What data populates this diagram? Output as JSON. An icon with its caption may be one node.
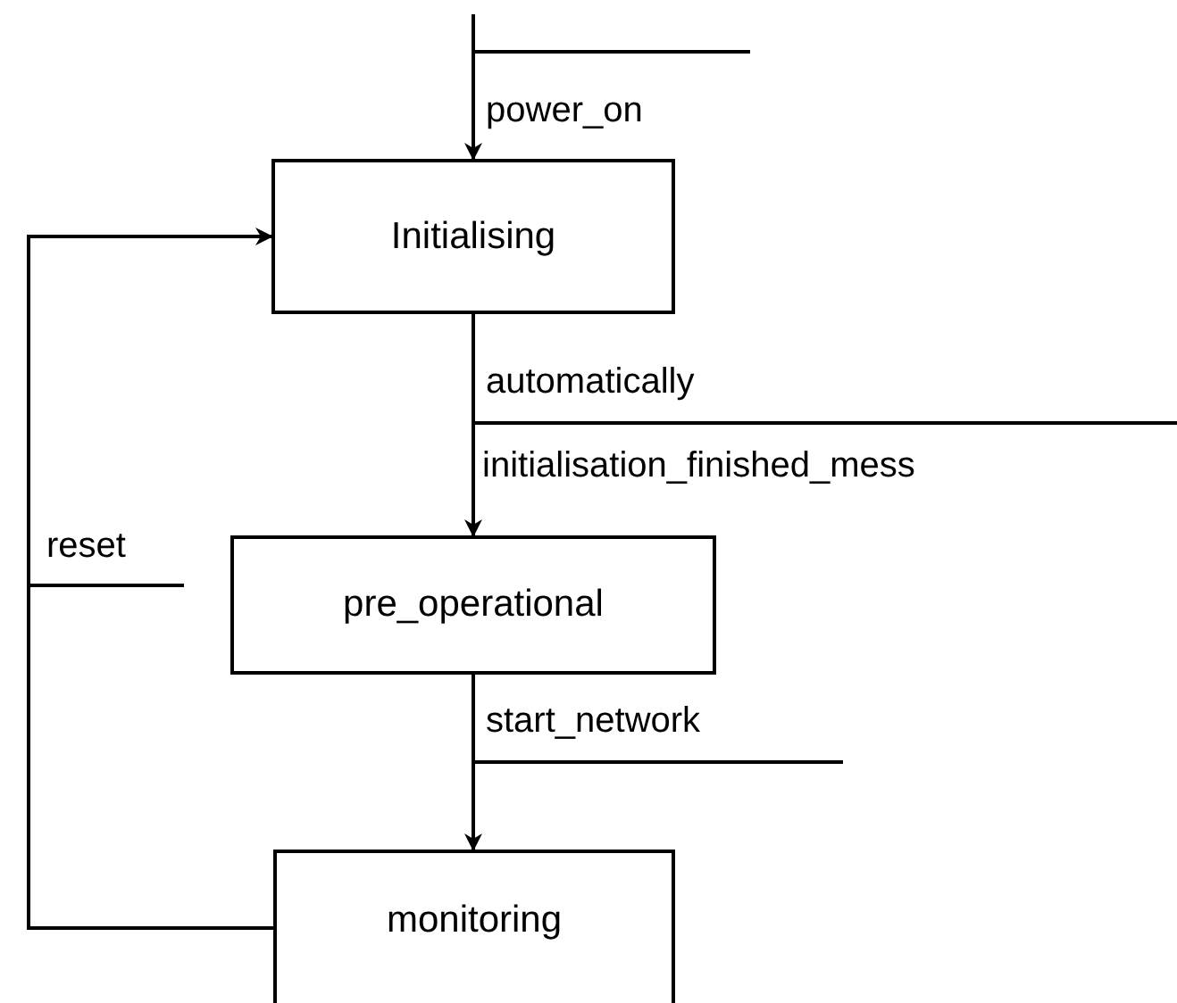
{
  "diagram": {
    "nodes": [
      {
        "text": [
          "Initialising"
        ]
      },
      {
        "text": [
          "pre_operational"
        ]
      },
      {
        "text": [
          "monitoring"
        ]
      }
    ],
    "edges": [
      {
        "from": null,
        "to": 0,
        "arrow": "to",
        "label": "power_on"
      },
      {
        "from": 0,
        "to": 1,
        "arrow": "to",
        "label": "automatically"
      },
      {
        "from": 1,
        "to": 2,
        "arrow": "to",
        "label": "start_network"
      },
      {
        "from": 2,
        "to": 0,
        "arrow": "to",
        "label": "reset"
      }
    ],
    "labels": [
      "initialisation_finished_mess"
    ]
  }
}
